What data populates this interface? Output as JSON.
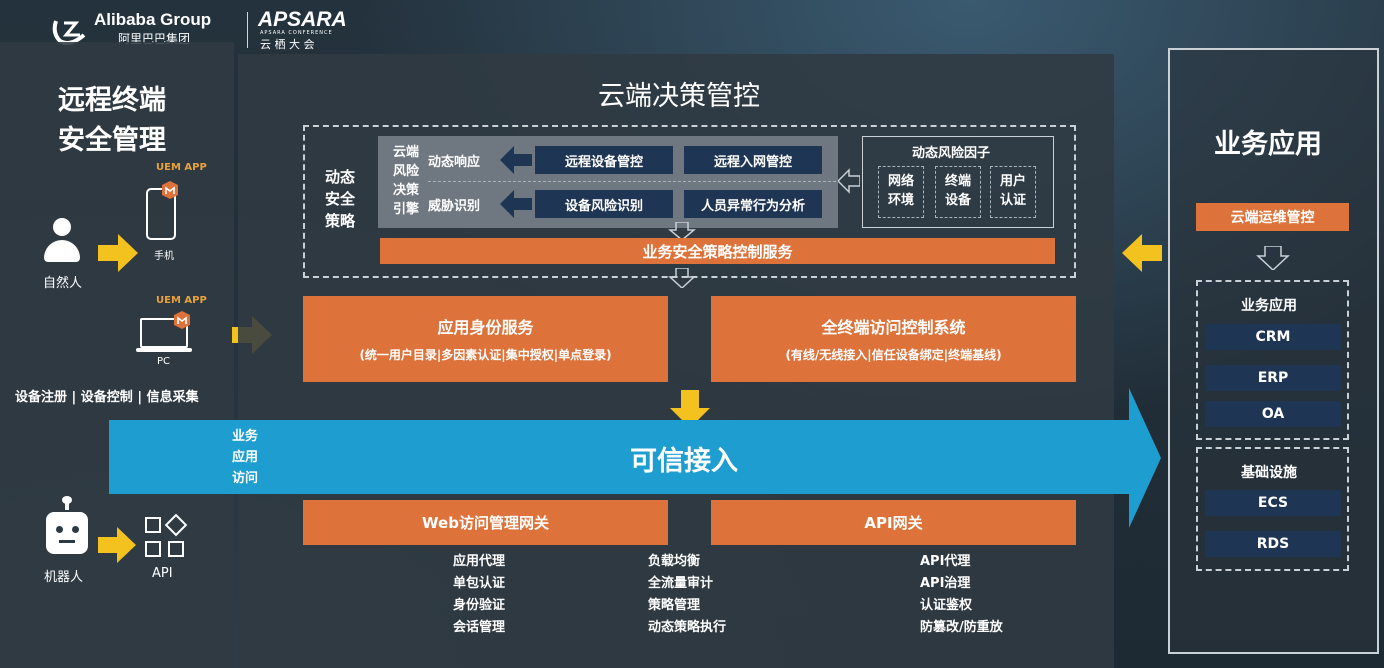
{
  "logos": {
    "alibaba_en": "Alibaba Group",
    "alibaba_cn": "阿里巴巴集团",
    "apsara": "APSARA",
    "apsara_sub": "APSARA CONFERENCE",
    "apsara_cn": "云 栖 大 会"
  },
  "left": {
    "title_line1": "远程终端",
    "title_line2": "安全管理",
    "uem_app_1": "UEM APP",
    "phone_label": "手机",
    "person_label": "自然人",
    "uem_app_2": "UEM APP",
    "pc_label": "PC",
    "device_caption": "设备注册 | 设备控制 | 信息采集",
    "robot_label": "机器人",
    "api_label": "API"
  },
  "center": {
    "title": "云端决策管控",
    "dynamic_policy": "动态\n安全\n策略",
    "engine": "云端\n风险\n决策\n引擎",
    "dynamic_response": "动态响应",
    "threat_identify": "威胁识别",
    "remote_device_control": "远程设备管控",
    "remote_network_control": "远程入网管控",
    "device_risk_identify": "设备风险识别",
    "abnormal_behavior": "人员异常行为分析",
    "risk_factors_title": "动态风险因子",
    "factor_network": "网络\n环境",
    "factor_device": "终端\n设备",
    "factor_user": "用户\n认证",
    "policy_service": "业务安全策略控制服务",
    "identity_title": "应用身份服务",
    "identity_sub": "(统一用户目录|多因素认证|集中授权|单点登录)",
    "access_title": "全终端访问控制系统",
    "access_sub": "(有线/无线接入|信任设备绑定|终端基线)",
    "band_left": "业务\n应用\n访问",
    "band_title": "可信接入",
    "web_gateway": "Web访问管理网关",
    "api_gateway": "API网关",
    "web_list_1": [
      "应用代理",
      "单包认证",
      "身份验证",
      "会话管理"
    ],
    "web_list_2": [
      "负载均衡",
      "全流量审计",
      "策略管理",
      "动态策略执行"
    ],
    "api_list": [
      "API代理",
      "API治理",
      "认证鉴权",
      "防篡改/防重放"
    ]
  },
  "right": {
    "title": "业务应用",
    "ops_control": "云端运维管控",
    "apps_title": "业务应用",
    "apps": [
      "CRM",
      "ERP",
      "OA"
    ],
    "infra_title": "基础设施",
    "infra": [
      "ECS",
      "RDS"
    ]
  },
  "colors": {
    "orange": "#dd733a",
    "yellow_arrow": "#f4c21e",
    "band_blue": "#1e9dd0",
    "navy": "#1f3554"
  }
}
